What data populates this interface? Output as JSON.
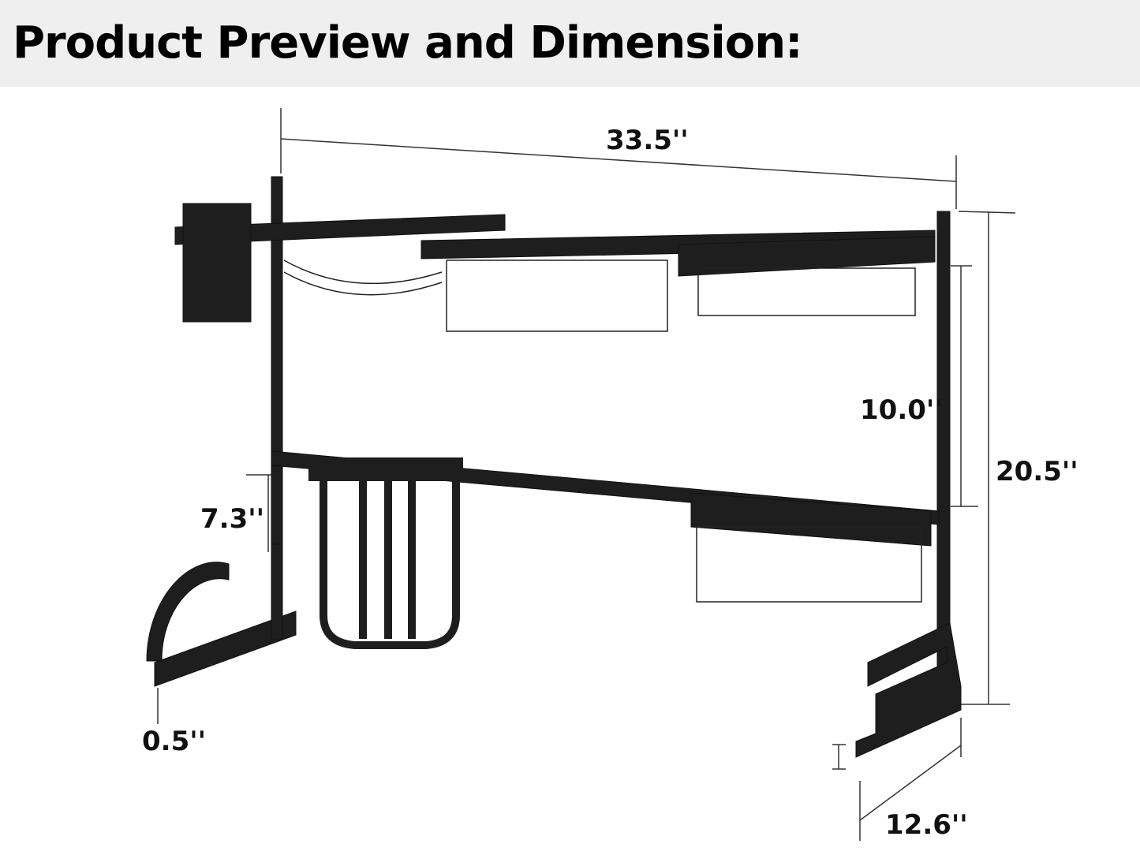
{
  "header": {
    "title": "Product Preview and Dimension:"
  },
  "dimensions": {
    "width": "33.5''",
    "shelf_gap": "10.0''",
    "height": "20.5''",
    "lower_height": "7.3''",
    "foot_height": "0.5''",
    "depth": "12.6''"
  },
  "colors": {
    "header_bg": "#efefef",
    "rack": "#1e1e1e",
    "dim_line": "#333333"
  }
}
